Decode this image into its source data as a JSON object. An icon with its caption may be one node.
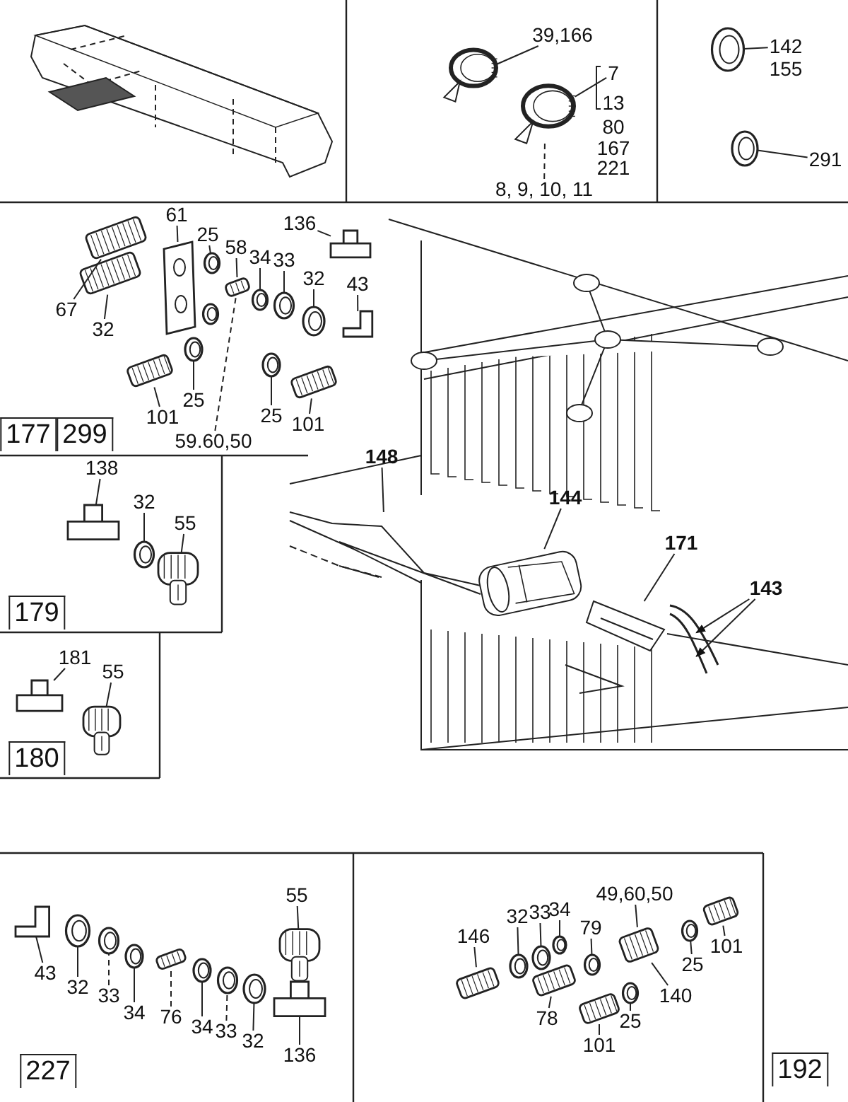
{
  "diagram": {
    "nodes": [
      {
        "text": [
          "39,166"
        ]
      },
      {
        "text": [
          "7"
        ]
      },
      {
        "text": [
          "8, 9, 10, 11"
        ]
      },
      {
        "text": [
          "142"
        ]
      },
      {
        "text": [
          "291"
        ]
      },
      {
        "text": [
          "61"
        ]
      },
      {
        "text": [
          "25"
        ]
      },
      {
        "text": [
          "136"
        ]
      },
      {
        "text": [
          "58"
        ]
      },
      {
        "text": [
          "34"
        ]
      },
      {
        "text": [
          "33"
        ]
      },
      {
        "text": [
          "32"
        ]
      },
      {
        "text": [
          "43"
        ]
      },
      {
        "text": [
          "67"
        ]
      },
      {
        "text": [
          "32"
        ]
      },
      {
        "text": [
          "25"
        ]
      },
      {
        "text": [
          "101"
        ]
      },
      {
        "text": [
          "25"
        ]
      },
      {
        "text": [
          "101"
        ]
      },
      {
        "text": [
          "59.60,50"
        ]
      },
      {
        "text": [
          "177"
        ]
      },
      {
        "text": [
          "299"
        ]
      },
      {
        "text": [
          "138"
        ]
      },
      {
        "text": [
          "32"
        ]
      },
      {
        "text": [
          "55"
        ]
      },
      {
        "text": [
          "179"
        ]
      },
      {
        "text": [
          "181"
        ]
      },
      {
        "text": [
          "55"
        ]
      },
      {
        "text": [
          "180"
        ]
      },
      {
        "text": [
          "148"
        ]
      },
      {
        "text": [
          "144"
        ]
      },
      {
        "text": [
          "171"
        ]
      },
      {
        "text": [
          "143"
        ]
      },
      {
        "text": [
          "55"
        ]
      },
      {
        "text": [
          "43"
        ]
      },
      {
        "text": [
          "32"
        ]
      },
      {
        "text": [
          "33"
        ]
      },
      {
        "text": [
          "34"
        ]
      },
      {
        "text": [
          "76"
        ]
      },
      {
        "text": [
          "34"
        ]
      },
      {
        "text": [
          "33"
        ]
      },
      {
        "text": [
          "32"
        ]
      },
      {
        "text": [
          "136"
        ]
      },
      {
        "text": [
          "227"
        ]
      },
      {
        "text": [
          "146"
        ]
      },
      {
        "text": [
          "32"
        ]
      },
      {
        "text": [
          "33"
        ]
      },
      {
        "text": [
          "34"
        ]
      },
      {
        "text": [
          "79"
        ]
      },
      {
        "text": [
          "49,60,50"
        ]
      },
      {
        "text": [
          "101"
        ]
      },
      {
        "text": [
          "25"
        ]
      },
      {
        "text": [
          "140"
        ]
      },
      {
        "text": [
          "78"
        ]
      },
      {
        "text": [
          "25"
        ]
      },
      {
        "text": [
          "101"
        ]
      },
      {
        "text": [
          "192"
        ]
      },
      {
        "text": [],
        "shape": "picture"
      },
      {
        "text": [],
        "shape": "picture"
      },
      {
        "text": [],
        "shape": "picture"
      },
      {
        "text": [],
        "shape": "picture"
      },
      {
        "text": [],
        "shape": "picture"
      },
      {
        "text": [],
        "shape": "picture"
      },
      {
        "text": [],
        "shape": "picture"
      },
      {
        "text": [],
        "shape": "picture"
      },
      {
        "text": [],
        "shape": "picture"
      },
      {
        "text": [],
        "shape": "picture"
      },
      {
        "text": [],
        "shape": "picture"
      },
      {
        "text": [],
        "shape": "picture"
      },
      {
        "text": [],
        "shape": "picture"
      },
      {
        "text": [],
        "shape": "picture"
      },
      {
        "text": [],
        "shape": "picture"
      },
      {
        "text": [],
        "shape": "picture"
      },
      {
        "text": [],
        "shape": "picture"
      },
      {
        "text": [],
        "shape": "picture"
      },
      {
        "text": [],
        "shape": "picture"
      },
      {
        "text": [],
        "shape": "picture"
      },
      {
        "text": [],
        "shape": "picture"
      },
      {
        "text": [],
        "shape": "picture"
      },
      {
        "text": [],
        "shape": "picture"
      },
      {
        "text": [],
        "shape": "picture"
      },
      {
        "text": [],
        "shape": "picture"
      },
      {
        "text": [],
        "shape": "picture"
      },
      {
        "text": [],
        "shape": "picture"
      },
      {
        "text": [],
        "shape": "picture"
      },
      {
        "text": [],
        "shape": "picture"
      },
      {
        "text": [],
        "shape": "picture"
      },
      {
        "text": [],
        "shape": "picture"
      },
      {
        "text": [],
        "shape": "picture"
      },
      {
        "text": [],
        "shape": "picture"
      },
      {
        "text": [],
        "shape": "picture"
      },
      {
        "text": [],
        "shape": "picture"
      },
      {
        "text": [],
        "shape": "picture"
      },
      {
        "text": [],
        "shape": "picture"
      },
      {
        "text": [],
        "shape": "picture"
      },
      {
        "text": [],
        "shape": "picture"
      },
      {
        "text": [],
        "shape": "picture"
      },
      {
        "text": [],
        "shape": "picture"
      },
      {
        "text": [],
        "shape": "picture"
      },
      {
        "text": [],
        "shape": "picture"
      },
      {
        "text": [],
        "shape": "picture"
      },
      {
        "text": [],
        "shape": "picture"
      },
      {
        "text": [],
        "shape": "picture"
      },
      {
        "text": [],
        "shape": "picture"
      },
      {
        "text": [],
        "shape": "picture"
      },
      {
        "text": [],
        "shape": "picture"
      }
    ],
    "edges": [
      {
        "from": 0,
        "to": 57,
        "arrow": "none"
      },
      {
        "from": 1,
        "to": 58,
        "arrow": "none"
      },
      {
        "from": 2,
        "to": 58,
        "arrow": "none",
        "style": "dashed"
      },
      {
        "from": 3,
        "to": 59,
        "arrow": "none"
      },
      {
        "from": 4,
        "to": 60,
        "arrow": "none"
      },
      {
        "from": 5,
        "to": 63,
        "arrow": "none"
      },
      {
        "from": 6,
        "to": 64,
        "arrow": "none"
      },
      {
        "from": 7,
        "to": 71,
        "arrow": "none"
      },
      {
        "from": 8,
        "to": 66,
        "arrow": "none"
      },
      {
        "from": 9,
        "to": 67,
        "arrow": "none"
      },
      {
        "from": 10,
        "to": 68,
        "arrow": "none"
      },
      {
        "from": 11,
        "to": 69,
        "arrow": "none"
      },
      {
        "from": 12,
        "to": 70,
        "arrow": "none"
      },
      {
        "from": 13,
        "to": 61,
        "arrow": "none"
      },
      {
        "from": 14,
        "to": 62,
        "arrow": "none"
      },
      {
        "from": 15,
        "to": 72,
        "arrow": "none"
      },
      {
        "from": 16,
        "to": 74,
        "arrow": "none"
      },
      {
        "from": 17,
        "to": 73,
        "arrow": "none"
      },
      {
        "from": 18,
        "to": 75,
        "arrow": "none"
      },
      {
        "from": 19,
        "to": 66,
        "arrow": "none",
        "style": "dashed"
      },
      {
        "from": 22,
        "to": 76,
        "arrow": "none"
      },
      {
        "from": 23,
        "to": 77,
        "arrow": "none"
      },
      {
        "from": 24,
        "to": 78,
        "arrow": "none"
      },
      {
        "from": 26,
        "to": 79,
        "arrow": "none"
      },
      {
        "from": 27,
        "to": 80,
        "arrow": "none"
      },
      {
        "from": 29,
        "to": 81,
        "arrow": "none"
      },
      {
        "from": 30,
        "to": 82,
        "arrow": "none"
      },
      {
        "from": 31,
        "to": 83,
        "arrow": "none"
      },
      {
        "from": 32,
        "to": 84,
        "arrow": "to"
      },
      {
        "from": 32,
        "to": 84,
        "arrow": "to"
      },
      {
        "from": 33,
        "to": 94,
        "arrow": "none"
      },
      {
        "from": 34,
        "to": 85,
        "arrow": "none"
      },
      {
        "from": 35,
        "to": 86,
        "arrow": "none"
      },
      {
        "from": 36,
        "to": 87,
        "arrow": "none",
        "style": "dashed"
      },
      {
        "from": 37,
        "to": 88,
        "arrow": "none"
      },
      {
        "from": 38,
        "to": 89,
        "arrow": "none",
        "style": "dashed"
      },
      {
        "from": 39,
        "to": 90,
        "arrow": "none"
      },
      {
        "from": 40,
        "to": 91,
        "arrow": "none",
        "style": "dashed"
      },
      {
        "from": 41,
        "to": 92,
        "arrow": "none"
      },
      {
        "from": 42,
        "to": 93,
        "arrow": "none"
      },
      {
        "from": 44,
        "to": 95,
        "arrow": "none"
      },
      {
        "from": 45,
        "to": 96,
        "arrow": "none"
      },
      {
        "from": 46,
        "to": 97,
        "arrow": "none"
      },
      {
        "from": 47,
        "to": 98,
        "arrow": "none"
      },
      {
        "from": 48,
        "to": 100,
        "arrow": "none"
      },
      {
        "from": 49,
        "to": 101,
        "arrow": "none"
      },
      {
        "from": 50,
        "to": 103,
        "arrow": "none"
      },
      {
        "from": 51,
        "to": 102,
        "arrow": "none"
      },
      {
        "from": 52,
        "to": 101,
        "arrow": "none"
      },
      {
        "from": 53,
        "to": 99,
        "arrow": "none"
      },
      {
        "from": 54,
        "to": 104,
        "arrow": "none"
      },
      {
        "from": 55,
        "to": 105,
        "arrow": "none"
      }
    ],
    "labels": [
      "13",
      "80",
      "167",
      "221",
      "155"
    ]
  }
}
